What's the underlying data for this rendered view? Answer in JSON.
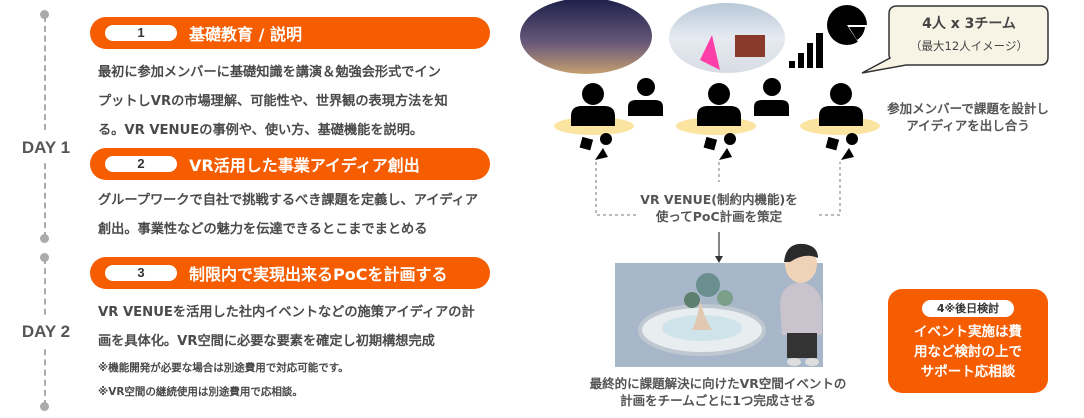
{
  "timeline": {
    "day1_label": "DAY 1",
    "day2_label": "DAY 2"
  },
  "steps": [
    {
      "number": "1",
      "title": "基礎教育 / 説明",
      "lines": [
        "最初に参加メンバーに基礎知識を講演＆勉強会形式でイン",
        "プットしVRの市場理解、可能性や、世界観の表現方法を知",
        "る。VR VENUEの事例や、使い方、基礎機能を説明。"
      ]
    },
    {
      "number": "2",
      "title": "VR活用した事業アイディア創出",
      "lines": [
        "グループワークで自社で挑戦するべき課題を定義し、アイディア",
        "創出。事業性などの魅力を伝達できるとこまでまとめる"
      ]
    },
    {
      "number": "3",
      "title": "制限内で実現出来るPoCを計画する",
      "lines": [
        "VR VENUEを活用した社内イベントなどの施策アイディアの計",
        "画を具体化。VR空間に必要な要素を確定し初期構想完成"
      ],
      "notes": [
        "※機能開発が必要な場合は別途費用で対応可能です。",
        "※VR空間の継続使用は別途費用で応相談。"
      ]
    }
  ],
  "diagram": {
    "bubble_title": "4人 x 3チーム",
    "bubble_sub": "（最大12人イメージ）",
    "members_text": [
      "参加メンバーで課題を設計し",
      "アイディアを出し合う"
    ],
    "poc_text": [
      "VR VENUE(制約内機能)を",
      "使ってPoC計画を策定"
    ],
    "final_text": [
      "最終的に課題解決に向けたVR空間イベントの",
      "計画をチームごとに1つ完成させる"
    ]
  },
  "step4": {
    "badge": "4※後日検討",
    "lines": [
      "イベント実施は費",
      "用など検討の上で",
      "サポート応相談"
    ]
  },
  "colors": {
    "accent": "#f55d00",
    "table": "#fbe3a0",
    "bubble": "#f7f4e6"
  }
}
